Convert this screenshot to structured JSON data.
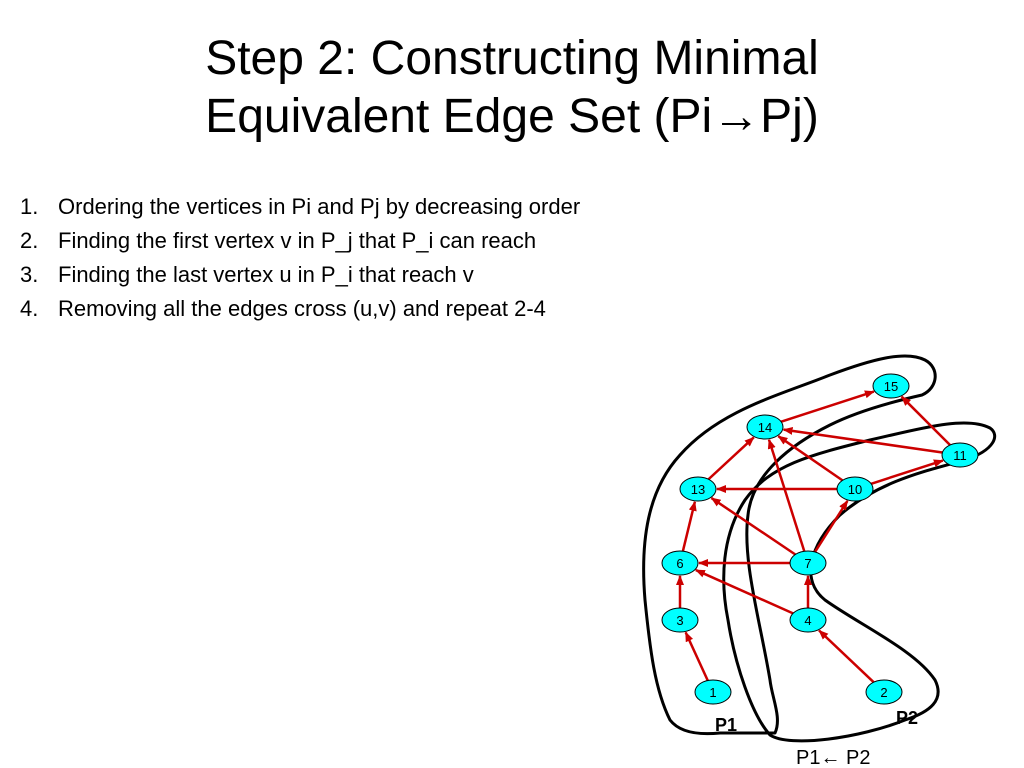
{
  "slide": {
    "title_line1": "Step 2: Constructing Minimal",
    "title_line2_prefix": "Equivalent Edge Set (Pi",
    "title_arrow": "→",
    "title_line2_suffix": "Pj)",
    "steps": [
      {
        "num": "1.",
        "text": "Ordering the vertices in Pi and Pj by decreasing order"
      },
      {
        "num": "2.",
        "text": "Finding the first vertex v in P_j that P_i can reach"
      },
      {
        "num": "3.",
        "text": "Finding the last vertex u in P_i that reach v"
      },
      {
        "num": "4.",
        "text": "Removing all the edges cross (u,v) and repeat 2-4"
      }
    ]
  },
  "diagram": {
    "node_color": "#00FFFF",
    "edge_color": "#CC0000",
    "nodes": [
      {
        "id": "1",
        "label": "1"
      },
      {
        "id": "3",
        "label": "3"
      },
      {
        "id": "6",
        "label": "6"
      },
      {
        "id": "13",
        "label": "13"
      },
      {
        "id": "14",
        "label": "14"
      },
      {
        "id": "15",
        "label": "15"
      },
      {
        "id": "2",
        "label": "2"
      },
      {
        "id": "4",
        "label": "4"
      },
      {
        "id": "7",
        "label": "7"
      },
      {
        "id": "10",
        "label": "10"
      },
      {
        "id": "11",
        "label": "11"
      }
    ],
    "edges": [
      {
        "from": "1",
        "to": "3"
      },
      {
        "from": "3",
        "to": "6"
      },
      {
        "from": "6",
        "to": "13"
      },
      {
        "from": "13",
        "to": "14"
      },
      {
        "from": "14",
        "to": "15"
      },
      {
        "from": "2",
        "to": "4"
      },
      {
        "from": "4",
        "to": "7"
      },
      {
        "from": "7",
        "to": "10"
      },
      {
        "from": "10",
        "to": "11"
      },
      {
        "from": "11",
        "to": "15"
      },
      {
        "from": "11",
        "to": "14"
      },
      {
        "from": "10",
        "to": "14"
      },
      {
        "from": "10",
        "to": "13"
      },
      {
        "from": "7",
        "to": "14"
      },
      {
        "from": "7",
        "to": "13"
      },
      {
        "from": "7",
        "to": "6"
      },
      {
        "from": "4",
        "to": "6"
      }
    ],
    "partition_labels": {
      "p1": "P1",
      "p2": "P2"
    },
    "caption_left": "P1",
    "caption_arrow": "←",
    "caption_right": " P2"
  }
}
